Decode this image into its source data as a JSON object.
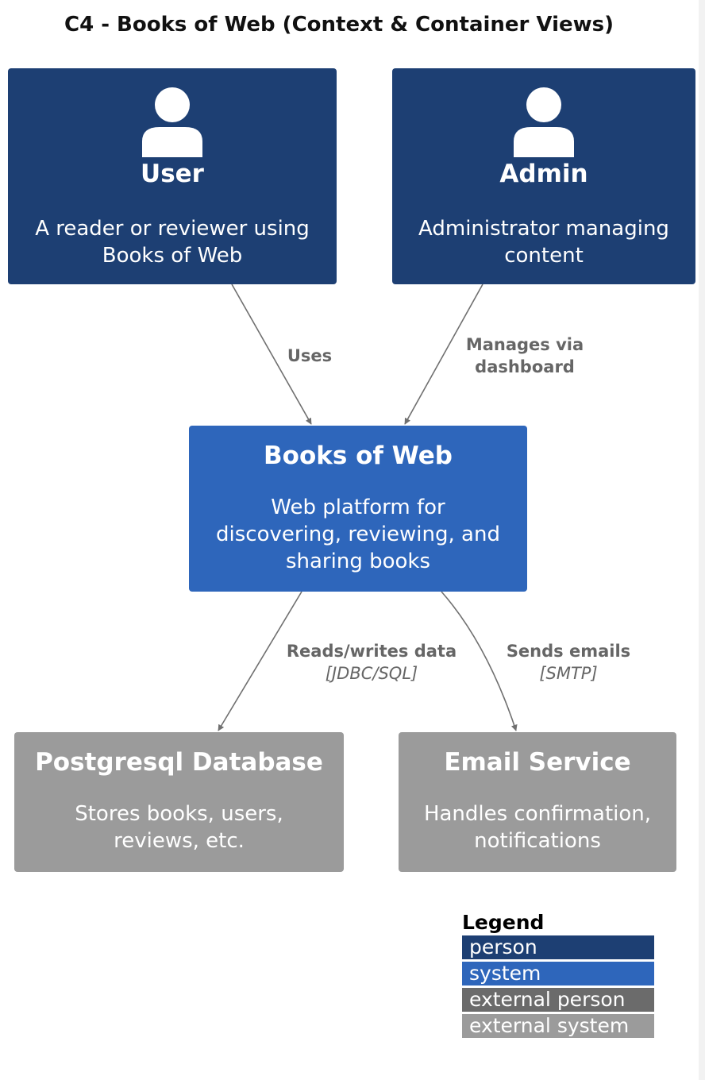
{
  "diagram": {
    "title": "C4 - Books of Web (Context & Container Views)"
  },
  "nodes": {
    "user": {
      "name": "User",
      "description": [
        "A reader or reviewer using",
        "Books of Web"
      ]
    },
    "admin": {
      "name": "Admin",
      "description": [
        "Administrator managing",
        "content"
      ]
    },
    "system": {
      "name": "Books of Web",
      "description": [
        "Web platform for",
        "discovering, reviewing, and",
        "sharing books"
      ]
    },
    "database": {
      "name": "Postgresql Database",
      "description": [
        "Stores books, users,",
        "reviews, etc."
      ]
    },
    "email": {
      "name": "Email Service",
      "description": [
        "Handles confirmation,",
        "notifications"
      ]
    }
  },
  "edges": {
    "uses": {
      "label": "Uses"
    },
    "manages": {
      "label": [
        "Manages via",
        "dashboard"
      ]
    },
    "reads_writes": {
      "label": "Reads/writes data",
      "protocol": "[JDBC/SQL]"
    },
    "sends_emails": {
      "label": "Sends emails",
      "protocol": "[SMTP]"
    }
  },
  "legend": {
    "title": "Legend",
    "items": [
      {
        "label": "person",
        "color": "#1d3f73"
      },
      {
        "label": "system",
        "color": "#2e66bb"
      },
      {
        "label": "external person",
        "color": "#6b6b6b"
      },
      {
        "label": "external system",
        "color": "#9b9b9b"
      }
    ]
  },
  "colors": {
    "person": "#1d3f73",
    "system": "#2e66bb",
    "external_system": "#9b9b9b",
    "edge": "#707070",
    "edge_label": "#666666"
  }
}
